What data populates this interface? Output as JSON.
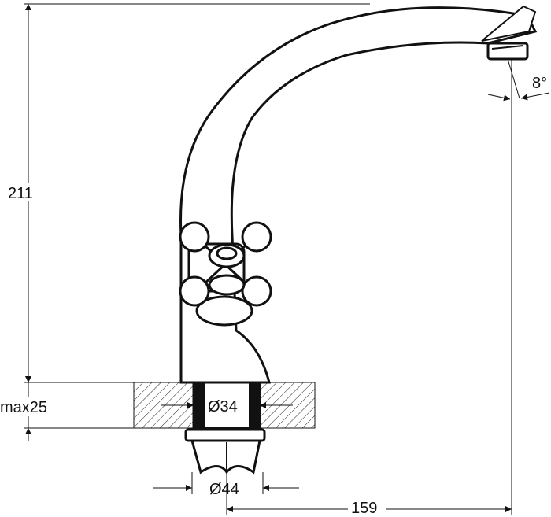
{
  "dimensions": {
    "height_total": "211",
    "max_thickness": "max25",
    "inner_diameter": "Ø34",
    "outer_diameter": "Ø44",
    "reach": "159",
    "spout_angle": "8°"
  }
}
